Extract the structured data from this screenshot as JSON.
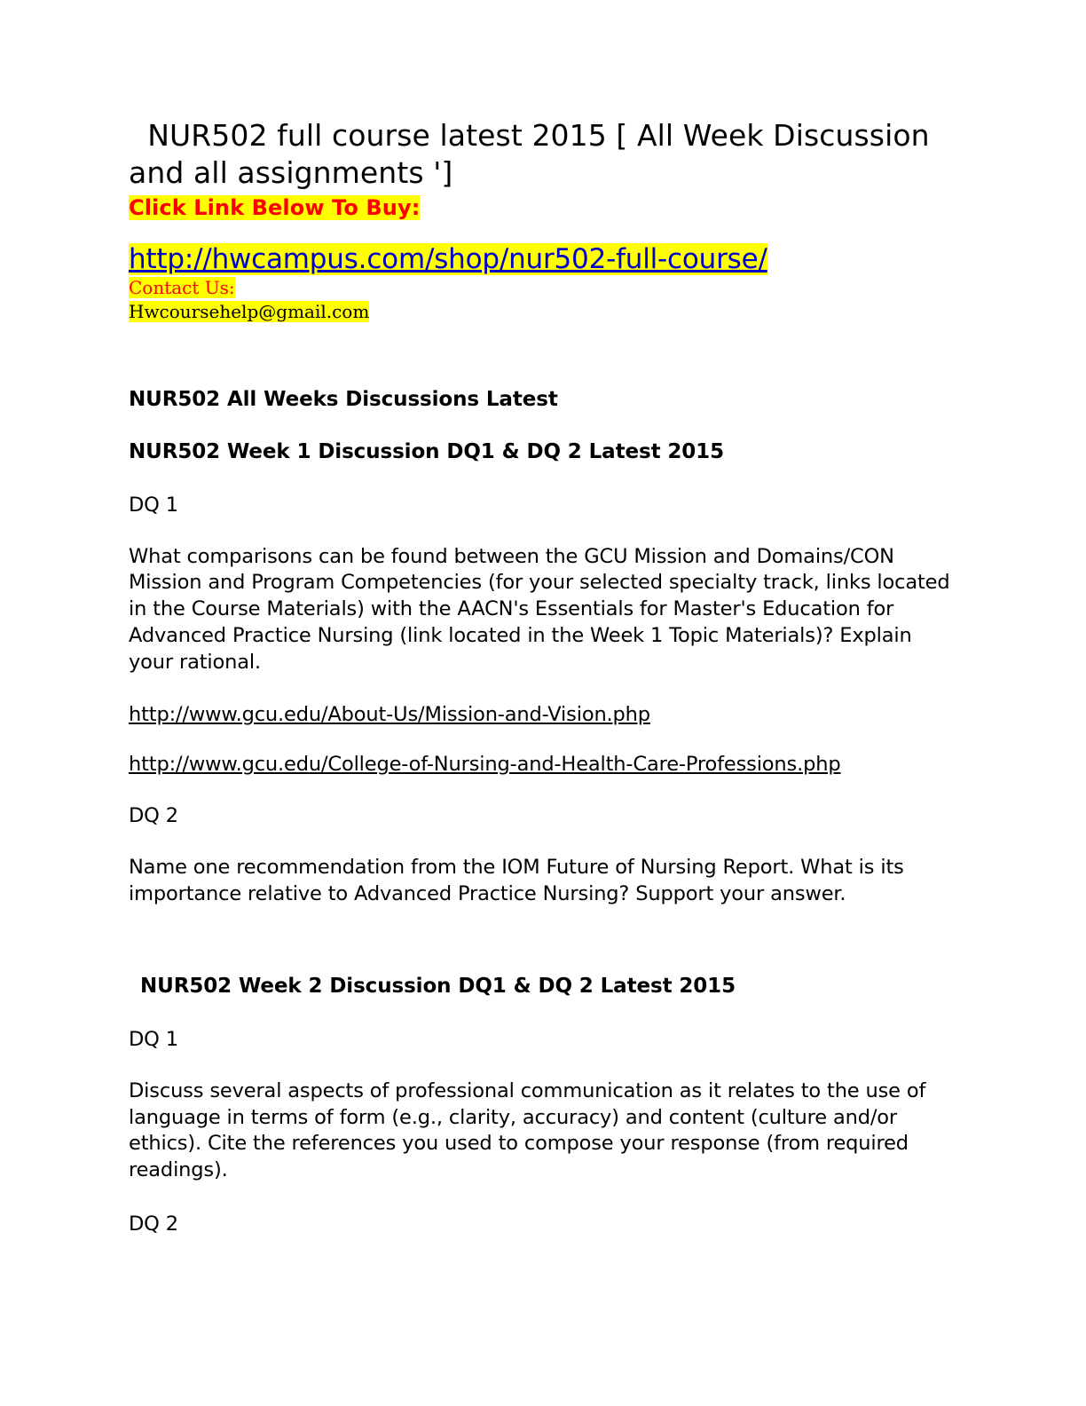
{
  "document": {
    "title": "  NUR502 full course latest 2015 [ All Week Discussion and all assignments ']",
    "cta": "Click Link Below To Buy:",
    "buy_link": "http://hwcampus.com/shop/nur502-full-course/",
    "contact_label": "Contact Us:",
    "contact_email": "Hwcoursehelp@gmail.com",
    "colors": {
      "highlight": "#ffff00",
      "cta_text": "#ff0000",
      "link": "#0000cc",
      "body_text": "#000000",
      "page_background": "#ffffff"
    }
  },
  "sections": {
    "all_weeks_heading": "NUR502 All Weeks Discussions Latest",
    "week1": {
      "heading": "NUR502 Week 1 Discussion DQ1 & DQ 2 Latest 2015",
      "dq1_label": "DQ 1",
      "dq1_text": "What comparisons can be found between the GCU Mission and Domains/CON Mission and Program Competencies (for your selected specialty track, links located in the Course Materials) with the AACN's Essentials for Master's Education for Advanced Practice Nursing (link located in the Week 1 Topic Materials)? Explain your rational.",
      "link1": "http://www.gcu.edu/About-Us/Mission-and-Vision.php",
      "link2": "http://www.gcu.edu/College-of-Nursing-and-Health-Care-Professions.php",
      "dq2_label": "DQ 2",
      "dq2_text": "Name one recommendation from the IOM Future of Nursing Report. What is its importance relative to Advanced Practice Nursing? Support your answer."
    },
    "week2": {
      "heading": "NUR502 Week 2 Discussion DQ1 & DQ 2 Latest 2015",
      "dq1_label": "DQ 1",
      "dq1_text": "Discuss several aspects of professional communication as it relates to the use of language in terms of form (e.g., clarity, accuracy) and content (culture and/or ethics). Cite the references you used to compose your response (from required readings).",
      "dq2_label": "DQ 2"
    }
  }
}
